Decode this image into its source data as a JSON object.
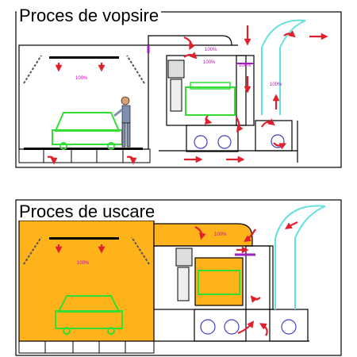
{
  "panels": [
    {
      "title": "Proces de vopsire",
      "labels": {
        "booth": "100%",
        "duct_top": "100%",
        "plenum": "100%",
        "filter": "100%",
        "stack": "100%"
      }
    },
    {
      "title": "Proces de uscare",
      "labels": {
        "booth": "100%",
        "duct_top": "100%"
      }
    }
  ],
  "colors": {
    "arrow": "#e0202a",
    "car": "#33dd33",
    "heated": "#ffb31a",
    "duct": "#66e0e0",
    "purple": "#a020c0",
    "line": "#000000"
  },
  "icons": {
    "arrow": "red-flow-arrow",
    "fan": "blower-fan-icon",
    "car": "car-icon",
    "painter": "painter-figure-icon",
    "burner": "burner-unit-icon",
    "heat_exchanger": "heat-exchanger-icon",
    "light": "booth-light-icon"
  }
}
